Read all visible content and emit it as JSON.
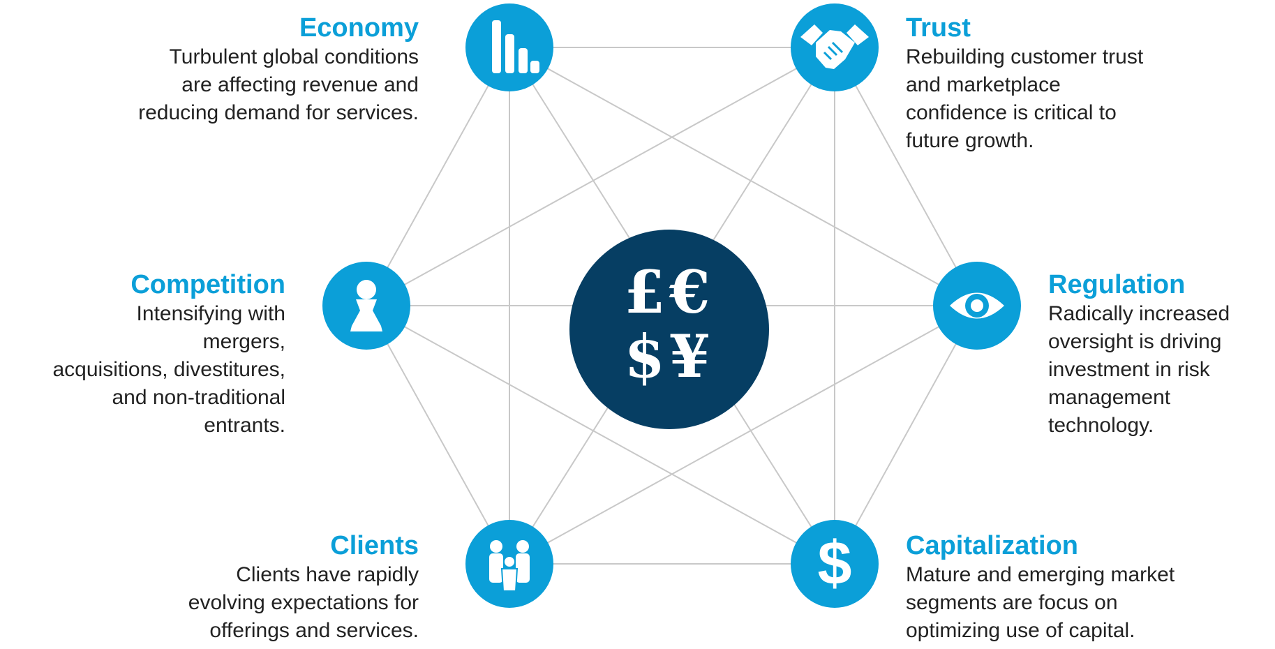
{
  "colors": {
    "accent": "#0b9fd8",
    "center": "#063e63",
    "line": "#c8c8c8"
  },
  "center": {
    "symbols_top": "£€",
    "symbols_bottom": "$¥"
  },
  "nodes": [
    {
      "key": "economy",
      "icon": "bar-chart-icon",
      "title": "Economy",
      "text": "Turbulent global conditions\nare affecting revenue and\nreducing demand for services."
    },
    {
      "key": "trust",
      "icon": "handshake-icon",
      "title": "Trust",
      "text": "Rebuilding customer trust\nand marketplace\nconfidence is critical to\nfuture growth."
    },
    {
      "key": "competition",
      "icon": "pawn-icon",
      "title": "Competition",
      "text": "Intensifying with\nmergers,\nacquisitions, divestitures,\nand non-traditional\nentrants."
    },
    {
      "key": "regulation",
      "icon": "eye-icon",
      "title": "Regulation",
      "text": "Radically increased\noversight is driving\ninvestment in risk\nmanagement\ntechnology."
    },
    {
      "key": "clients",
      "icon": "people-icon",
      "title": "Clients",
      "text": "Clients have rapidly\nevolving expectations for\nofferings and services."
    },
    {
      "key": "capitalization",
      "icon": "dollar-icon",
      "title": "Capitalization",
      "text": "Mature and emerging market\nsegments are focus on\noptimizing use of capital."
    }
  ]
}
